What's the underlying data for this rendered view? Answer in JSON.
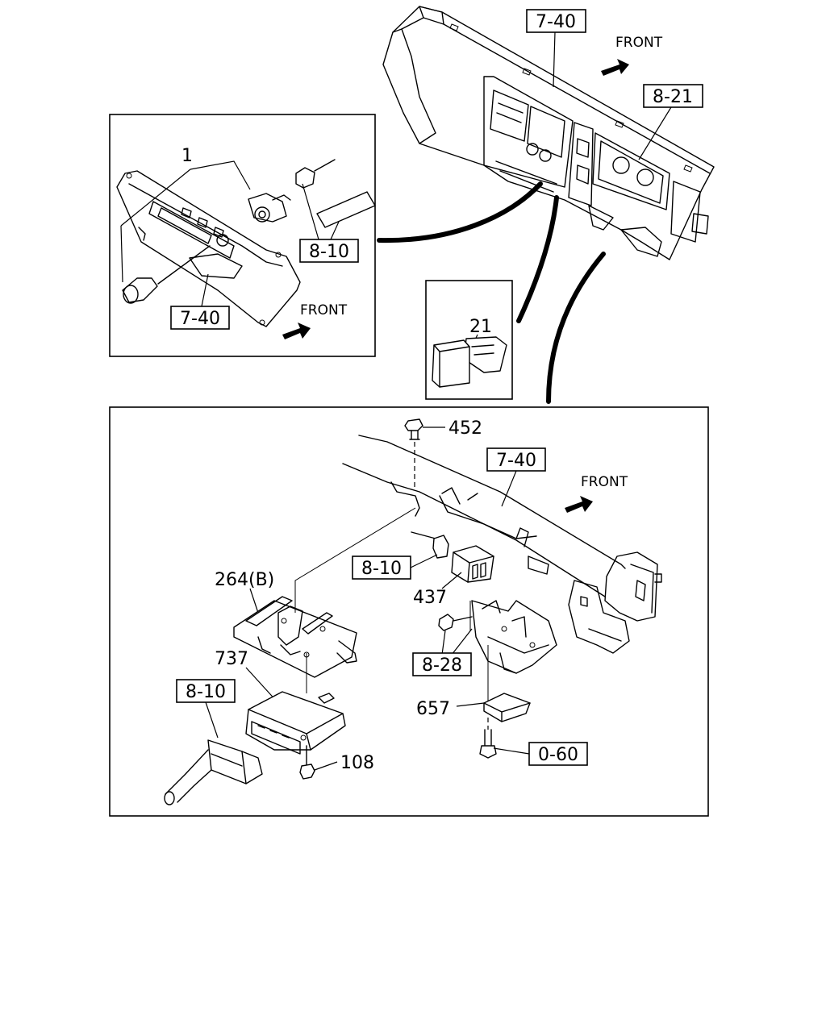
{
  "references": {
    "top_7_40": "7-40",
    "top_8_21": "8-21",
    "inset_8_10": "8-10",
    "inset_7_40": "7-40",
    "bottom_7_40": "7-40",
    "bottom_8_10_mid": "8-10",
    "bottom_8_28": "8-28",
    "bottom_8_10_left": "8-10",
    "bottom_0_60": "0-60"
  },
  "labels": {
    "part_1": "1",
    "part_21": "21",
    "part_452": "452",
    "part_264b": "264(B)",
    "part_437": "437",
    "part_737": "737",
    "part_657": "657",
    "part_108": "108"
  },
  "front": {
    "top": "FRONT",
    "inset": "FRONT",
    "bottom": "FRONT"
  }
}
